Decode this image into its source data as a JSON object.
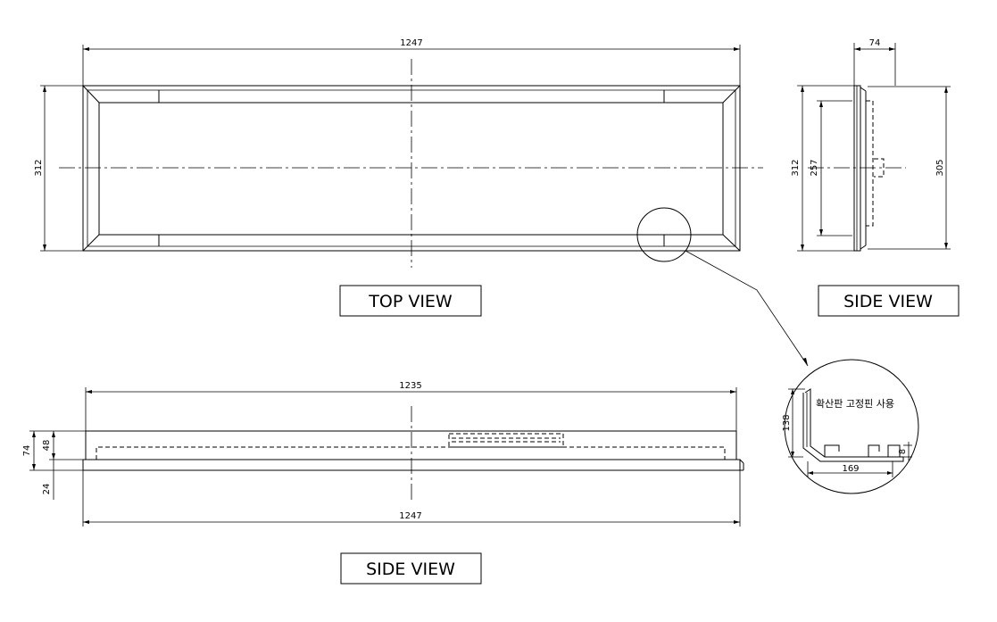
{
  "views": {
    "top": {
      "label": "TOP VIEW"
    },
    "side_right": {
      "label": "SIDE VIEW"
    },
    "side_bottom": {
      "label": "SIDE VIEW"
    }
  },
  "dimensions": {
    "top_length": "1247",
    "top_height": "312",
    "side_depth": "74",
    "side_height": "312",
    "side_inner": "257",
    "side_outer": "305",
    "front_inner_length": "1235",
    "front_outer_length": "1247",
    "front_total_depth": "74",
    "front_body_depth": "48",
    "front_flange_depth": "24",
    "detail_height": "138",
    "detail_width": "169",
    "detail_small": "8"
  },
  "detail": {
    "note": "확산판 고정핀 사용"
  }
}
